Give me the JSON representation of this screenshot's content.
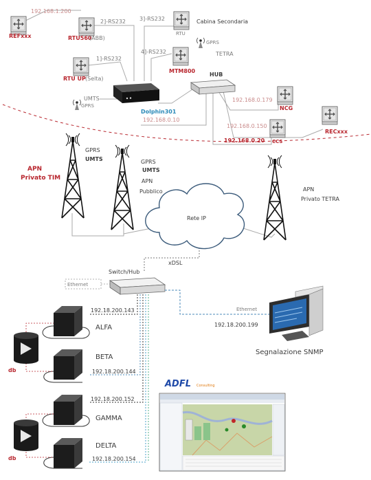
{
  "top_network": {
    "ref_label": "REFxxx",
    "ref_ip": "192.168.1.200",
    "rtu560_label": "RTU560",
    "rtu560_vendor": "(ABB)",
    "link_2": "2]-RS232",
    "link_3": "3]-RS232",
    "rtu_label": "RTU",
    "cabina_label": "Cabina Secondaria",
    "gprs_top": "GPRS",
    "tetra_label": "TETRA",
    "link_4": "4]-RS232",
    "link_1": "1]-RS232",
    "rtu_up_label": "RTU UP",
    "rtu_up_vendor": "(Selta)",
    "mtm_label": "MTM800",
    "hub_label": "HUB",
    "umts_label": "UMTS",
    "gprs_label": "GPRS",
    "dolphin_label": "Dolphin301",
    "dolphin_ip": "192.168.0.10",
    "ncg_ip": "192.168.0.179",
    "ncg_label": "NCG",
    "ccs_ip_1": "192.168.0.150",
    "ccs_ip_2": "192.168.0.20",
    "ccs_label": "CCS",
    "rec_label": "RECxxx"
  },
  "middle_network": {
    "apn_tim_1": "APN",
    "apn_tim_2": "Privato TIM",
    "tower1_gprs": "GPRS",
    "tower1_umts": "UMTS",
    "tower2_gprs": "GPRS",
    "tower2_umts": "UMTS",
    "apn_pub_1": "APN",
    "apn_pub_2": "Pubblico",
    "cloud_label": "Rete IP",
    "apn_tetra_1": "APN",
    "apn_tetra_2": "Privato TETRA",
    "xdsl_label": "xDSL"
  },
  "bottom_network": {
    "switch_label": "Switch/Hub",
    "ethernet_left": "Ethernet",
    "ethernet_right": "Ethernet",
    "snmp_ip": "192.18.200.199",
    "snmp_label": "Segnalazione SNMP",
    "alfa_ip": "192.18.200.143",
    "alfa_label": "ALFA",
    "beta_label": "BETA",
    "beta_ip": "192.18.200.144",
    "gamma_ip": "192.18.200.152",
    "gamma_label": "GAMMA",
    "delta_label": "DELTA",
    "delta_ip": "192.18.200.154",
    "db_label_1": "db",
    "db_label_2": "db",
    "logo_main": "ADFL",
    "logo_sub": "Consulting"
  }
}
